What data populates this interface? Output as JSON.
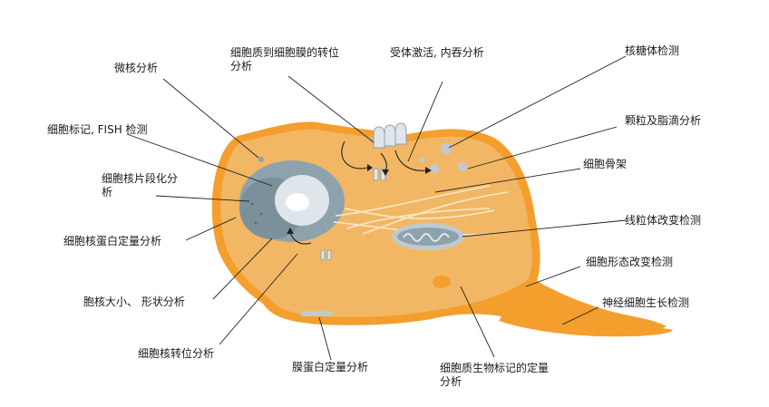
{
  "labels": {
    "micronucleus": "微核分析",
    "translocation_cyto_membrane": "细胞质到细胞膜的转位\n分析",
    "receptor_activation": "受体激活, 内吞分析",
    "ribosome": "核糖体检测",
    "cell_label_fish": "细胞标记, FISH 检测",
    "granule_lipid": "颗粒及脂滴分析",
    "cytoskeleton": "细胞骨架",
    "nuclear_fragmentation": "细胞核片段化分\n析",
    "mitochondria": "线粒体改变检测",
    "nuclear_protein": "细胞核蛋白定量分析",
    "morphology": "细胞形态改变检测",
    "nucleus_size_shape": "胞核大小、 形状分析",
    "neurite_growth": "神经细胞生长检测",
    "nuclear_translocation": "细胞核转位分析",
    "membrane_protein": "膜蛋白定量分析",
    "cytoplasm_biomarker": "细胞质生物标记的定量\n分析"
  },
  "colors": {
    "cytoplasm": "#f2b765",
    "membrane": "#f49e2e",
    "nucleus_outer": "#8ea2ae",
    "nucleus_inner": "#dfe6eb",
    "organelle": "#bfcad0",
    "leader_line": "#222222"
  }
}
